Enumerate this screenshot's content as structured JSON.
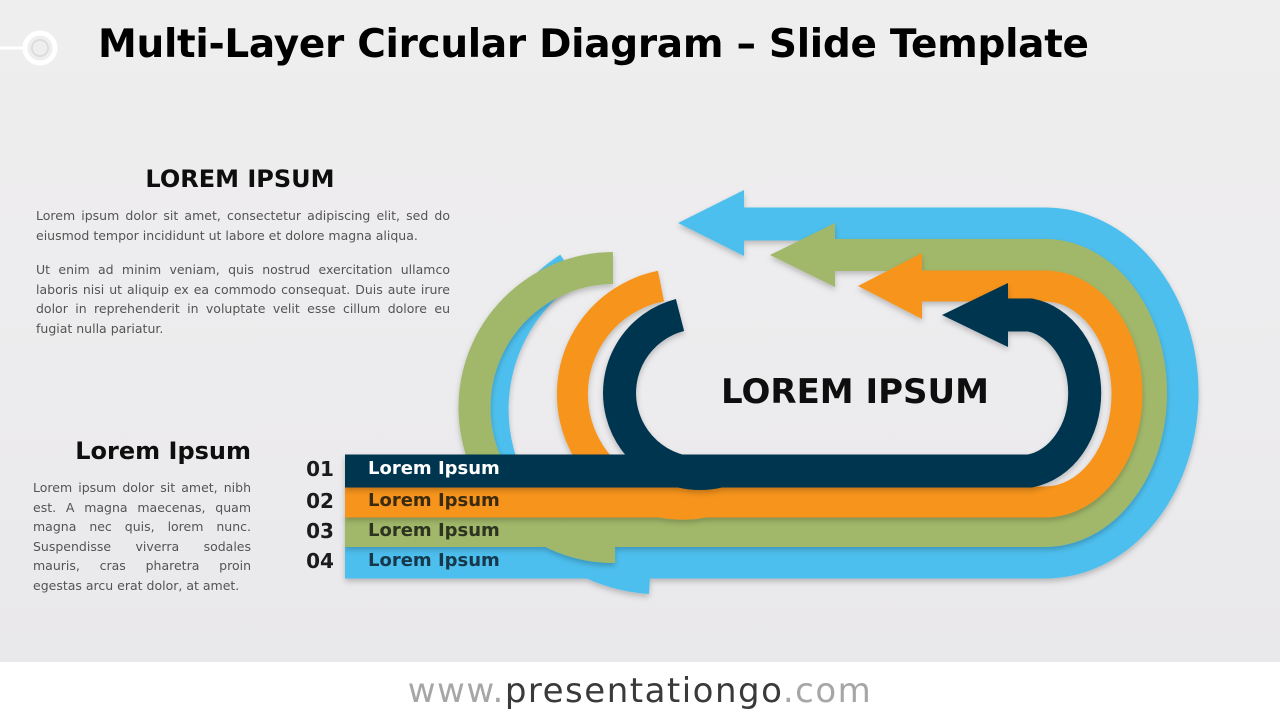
{
  "title": "Multi-Layer Circular Diagram – Slide Template",
  "top_block": {
    "heading": "LOREM IPSUM",
    "paragraphs": [
      "Lorem ipsum dolor sit amet, consectetur adipiscing elit, sed do eiusmod tempor incididunt ut labore et dolore magna aliqua.",
      "Ut enim ad minim veniam, quis nostrud exercitation ullamco laboris nisi ut aliquip ex ea commodo consequat. Duis aute irure dolor in reprehenderit in voluptate velit esse cillum dolore eu fugiat nulla pariatur."
    ]
  },
  "left_block": {
    "heading": "Lorem Ipsum",
    "paragraph": "Lorem ipsum dolor sit amet, nibh est. A magna maecenas, quam magna nec quis, lorem nunc. Suspendisse viverra sodales mauris, cras pharetra proin egestas arcu erat dolor, at amet."
  },
  "diagram": {
    "center_label": "LOREM IPSUM",
    "layers": [
      {
        "number": "01",
        "label": "Lorem Ipsum",
        "color": "#05354f",
        "text_color": "#ffffff"
      },
      {
        "number": "02",
        "label": "Lorem Ipsum",
        "color": "#f7941e",
        "text_color": "#3a2a10"
      },
      {
        "number": "03",
        "label": "Lorem Ipsum",
        "color": "#a1b86b",
        "text_color": "#2c3320"
      },
      {
        "number": "04",
        "label": "Lorem Ipsum",
        "color": "#4dbfee",
        "text_color": "#16384a"
      }
    ]
  },
  "footer": {
    "prefix": "www.",
    "domain": "presentationgo",
    "suffix": ".com"
  },
  "icons": [
    "corner-logo-icon"
  ]
}
